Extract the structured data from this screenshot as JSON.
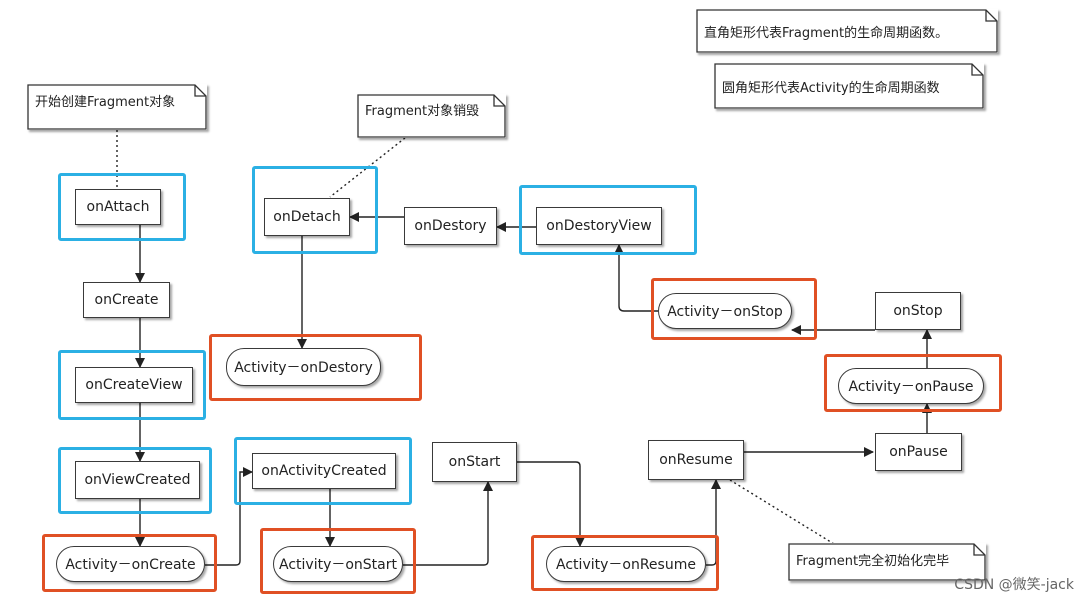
{
  "notes": {
    "rect_legend": "直角矩形代表Fragment的生命周期函数。",
    "pill_legend": "圆角矩形代表Activity的生命周期函数",
    "start_create": "开始创建Fragment对象",
    "fragment_destroy": "Fragment对象销毁",
    "fragment_ready": "Fragment完全初始化完毕"
  },
  "fragment_methods": {
    "on_attach": "onAttach",
    "on_create": "onCreate",
    "on_create_view": "onCreateView",
    "on_view_created": "onViewCreated",
    "on_activity_created": "onActivityCreated",
    "on_start": "onStart",
    "on_resume": "onResume",
    "on_pause": "onPause",
    "on_stop": "onStop",
    "on_destory_view": "onDestoryView",
    "on_destory": "onDestory",
    "on_detach": "onDetach"
  },
  "activity_methods": {
    "on_create": "Activity－onCreate",
    "on_start": "Activity－onStart",
    "on_resume": "Activity－onResume",
    "on_pause": "Activity－onPause",
    "on_stop": "Activity－onStop",
    "on_destory": "Activity－onDestory"
  },
  "colors": {
    "fragment_highlight": "#2bb0e4",
    "activity_highlight": "#e05024",
    "line": "#222222"
  },
  "watermark": "CSDN @微笑-jack"
}
